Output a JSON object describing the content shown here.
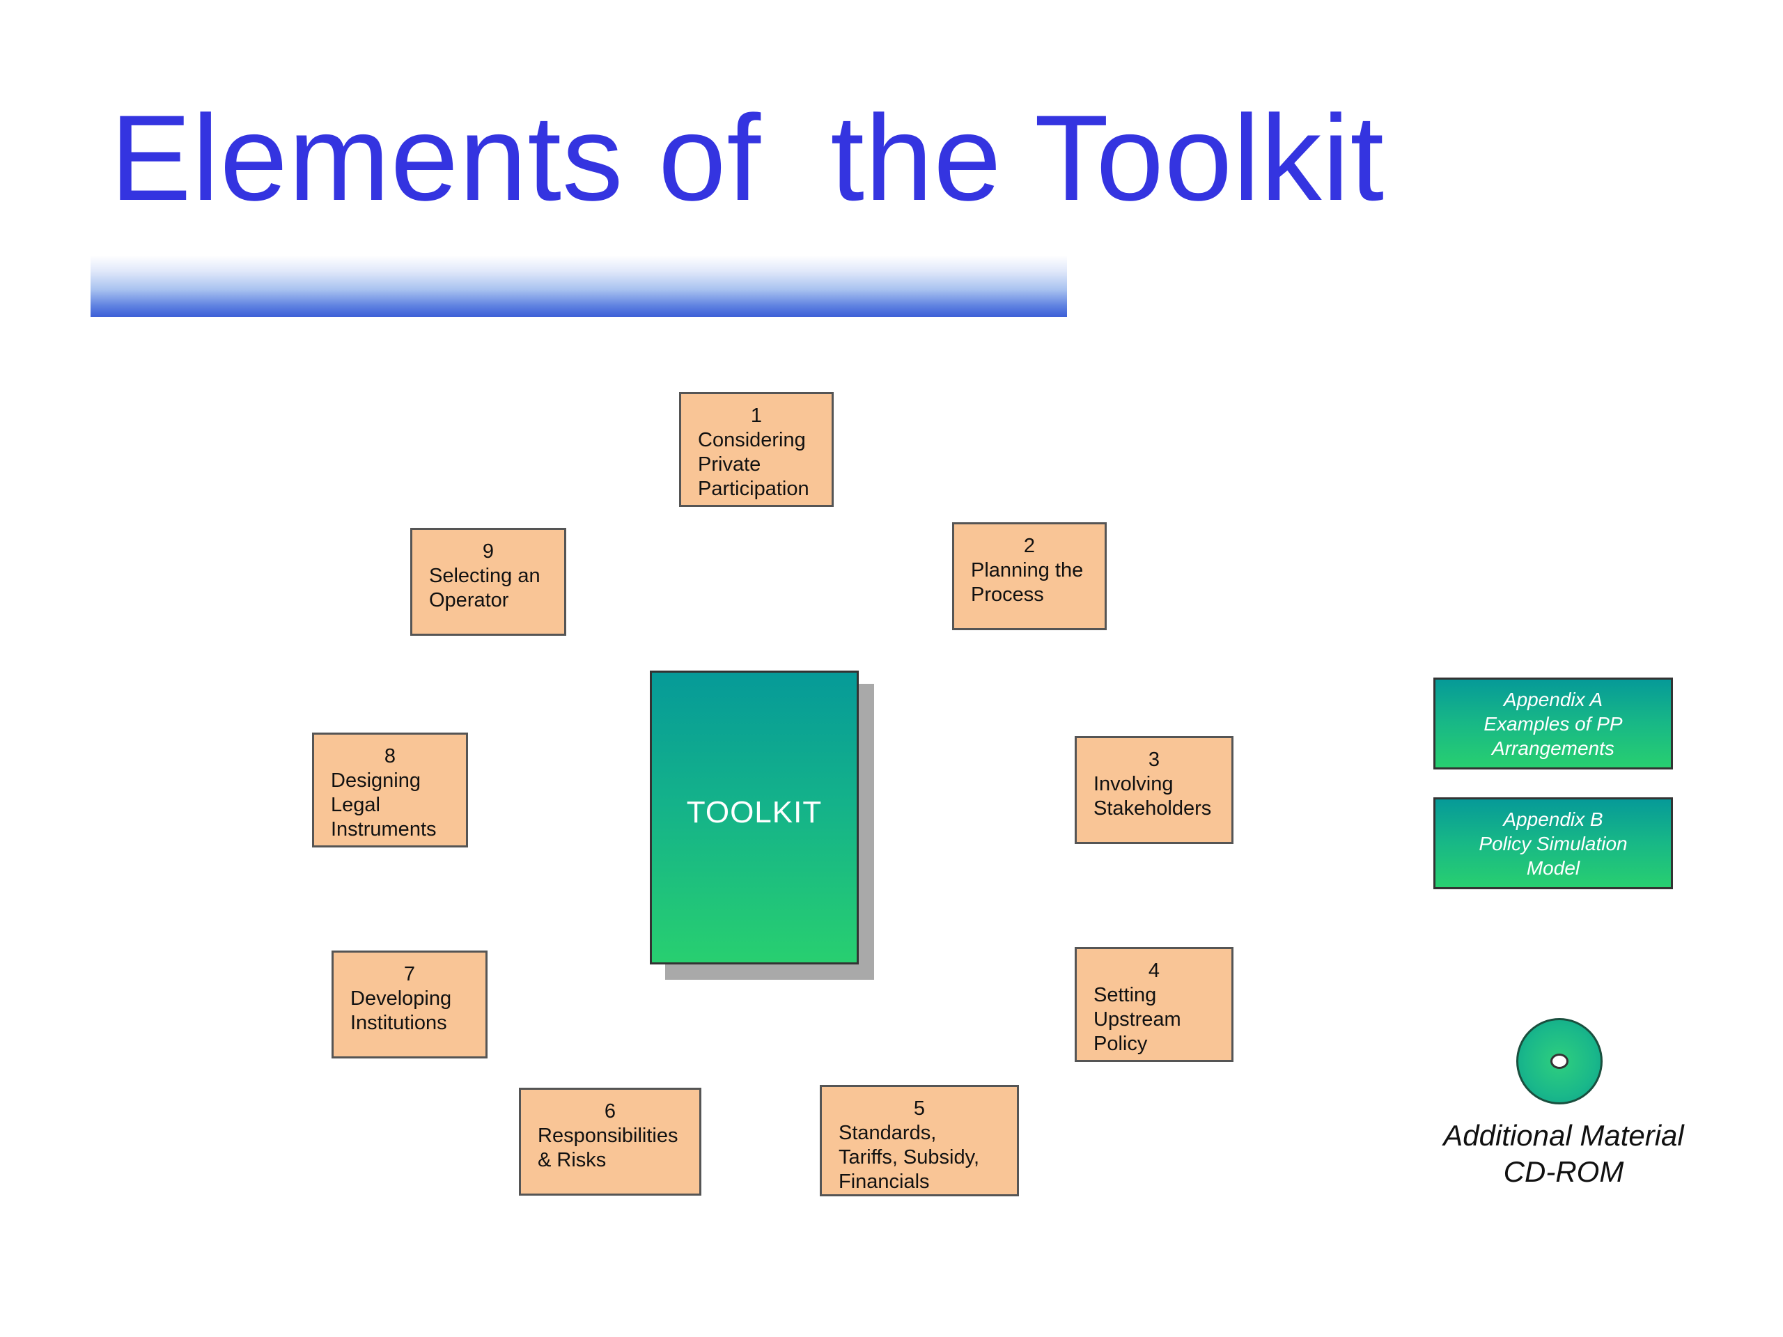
{
  "slide": {
    "title": "Elements of  the Toolkit"
  },
  "center": {
    "label": "TOOLKIT"
  },
  "steps": [
    {
      "num": "1",
      "label": "Considering\nPrivate\nParticipation"
    },
    {
      "num": "2",
      "label": "Planning the\nProcess"
    },
    {
      "num": "3",
      "label": "Involving\nStakeholders"
    },
    {
      "num": "4",
      "label": "Setting\nUpstream\nPolicy"
    },
    {
      "num": "5",
      "label": "Standards,\nTariffs, Subsidy,\nFinancials"
    },
    {
      "num": "6",
      "label": "Responsibilities\n& Risks"
    },
    {
      "num": "7",
      "label": "Developing\nInstitutions"
    },
    {
      "num": "8",
      "label": "Designing\nLegal\nInstruments"
    },
    {
      "num": "9",
      "label": "Selecting an\nOperator"
    }
  ],
  "appendices": [
    {
      "label": "Appendix A\nExamples of PP\nArrangements"
    },
    {
      "label": "Appendix B\nPolicy Simulation\nModel"
    }
  ],
  "cdrom": {
    "icon": "cd-rom-icon",
    "line1": "Additional Material",
    "line2": "CD-ROM"
  },
  "colors": {
    "title": "#3434e0",
    "step_fill": "#f9c596",
    "teal_top": "#069a98",
    "green_bottom": "#28cf70"
  }
}
